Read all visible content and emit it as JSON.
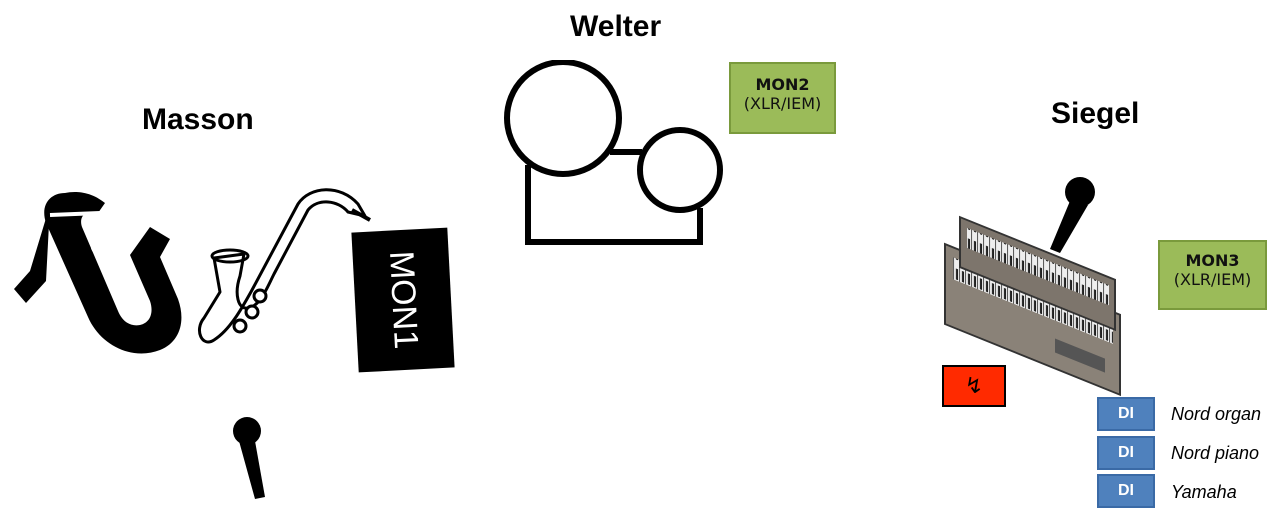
{
  "musicians": {
    "masson": "Masson",
    "welter": "Welter",
    "siegel": "Siegel"
  },
  "monitors": {
    "mon1": "MON1",
    "mon2": {
      "title": "MON2",
      "sub": "(XLR/IEM)"
    },
    "mon3": {
      "title": "MON3",
      "sub": "(XLR/IEM)"
    }
  },
  "di_boxes": [
    {
      "label": "DI",
      "instrument": "Nord organ"
    },
    {
      "label": "DI",
      "instrument": "Nord piano"
    },
    {
      "label": "DI",
      "instrument": "Yamaha"
    }
  ],
  "colors": {
    "monitor_green": "#9bbb59",
    "di_blue": "#4f81bd",
    "power_red": "#ff2a00"
  },
  "icons": [
    "baritone-sax-icon",
    "alto-sax-icon",
    "microphone-icon",
    "drum-kit-icon",
    "keyboard-icon",
    "power-outlet-icon"
  ]
}
